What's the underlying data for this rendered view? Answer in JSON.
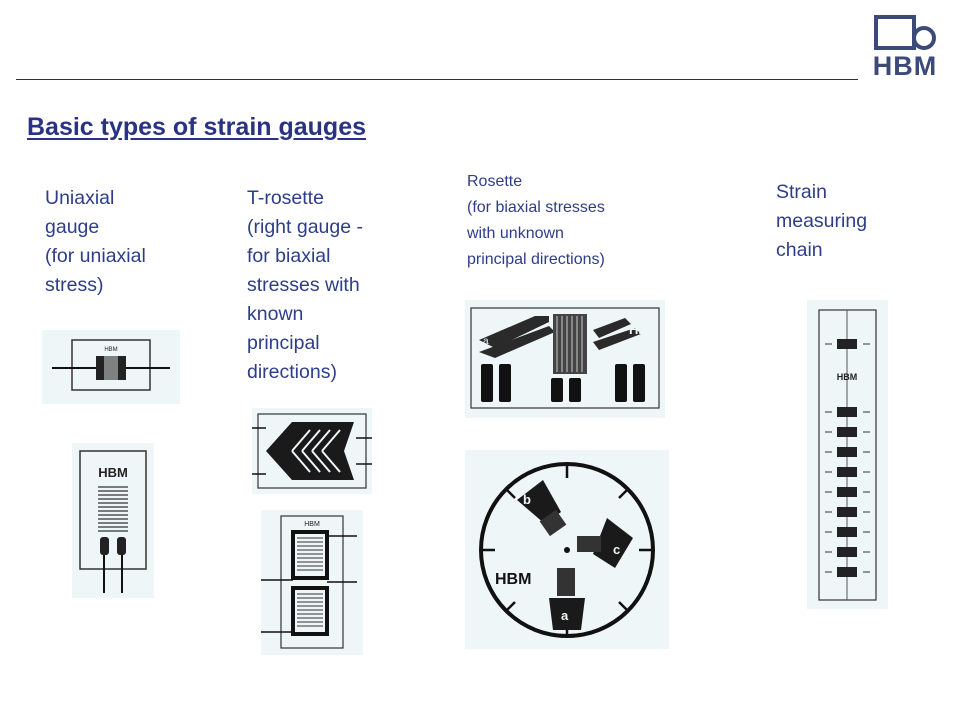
{
  "logo": {
    "text": "HBM",
    "color": "#3b4a78"
  },
  "title": "Basic types of strain gauges",
  "columns": [
    {
      "label": "Uniaxial\ngauge\n(for uniaxial\nstress)"
    },
    {
      "label": "T-rosette\n(right gauge -\nfor biaxial\nstresses with\nknown\nprincipal\ndirections)"
    },
    {
      "label": "Rosette\n(for biaxial stresses\nwith unknown\nprincipal directions)"
    },
    {
      "label": "Strain\nmeasuring\nchain"
    }
  ],
  "images": {
    "gauge_brand": "HBM",
    "rosette_grid_labels": [
      "a",
      "b",
      "c"
    ]
  },
  "colors": {
    "text": "#2e3d8a",
    "title": "#2a3284",
    "image_bg": "#eef6f7"
  }
}
